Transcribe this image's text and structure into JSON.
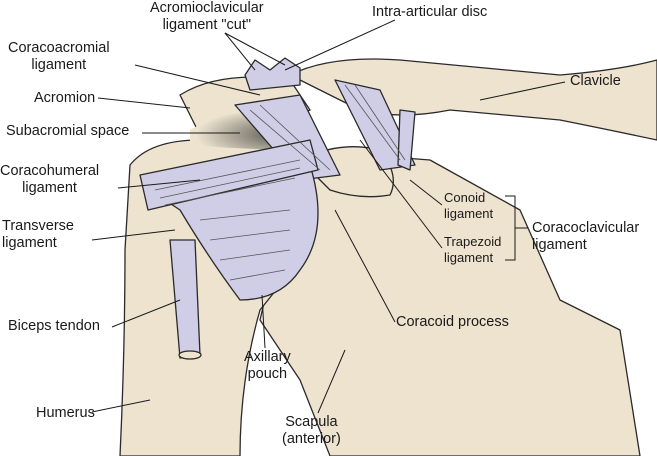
{
  "colors": {
    "bone": "#ede3cf",
    "ligament": "#d0cde6",
    "outline": "#2a2a2a",
    "space": "#8a8a80"
  },
  "labels": {
    "ac_ligament": [
      "Acromioclavicular",
      "ligament \"cut\""
    ],
    "disc": "Intra-articular disc",
    "coracoacromial": [
      "Coracoacromial",
      "ligament"
    ],
    "clavicle": "Clavicle",
    "acromion": "Acromion",
    "subacromial": "Subacromial space",
    "coracohumeral": [
      "Coracohumeral",
      "ligament"
    ],
    "conoid": [
      "Conoid",
      "ligament"
    ],
    "coracoclavicular": [
      "Coracoclavicular",
      "ligament"
    ],
    "transverse": [
      "Transverse",
      "ligament"
    ],
    "trapezoid": [
      "Trapezoid",
      "ligament"
    ],
    "coracoid": "Coracoid process",
    "biceps": "Biceps tendon",
    "axillary": [
      "Axillary",
      "pouch"
    ],
    "humerus": "Humerus",
    "scapula": [
      "Scapula",
      "(anterior)"
    ]
  }
}
